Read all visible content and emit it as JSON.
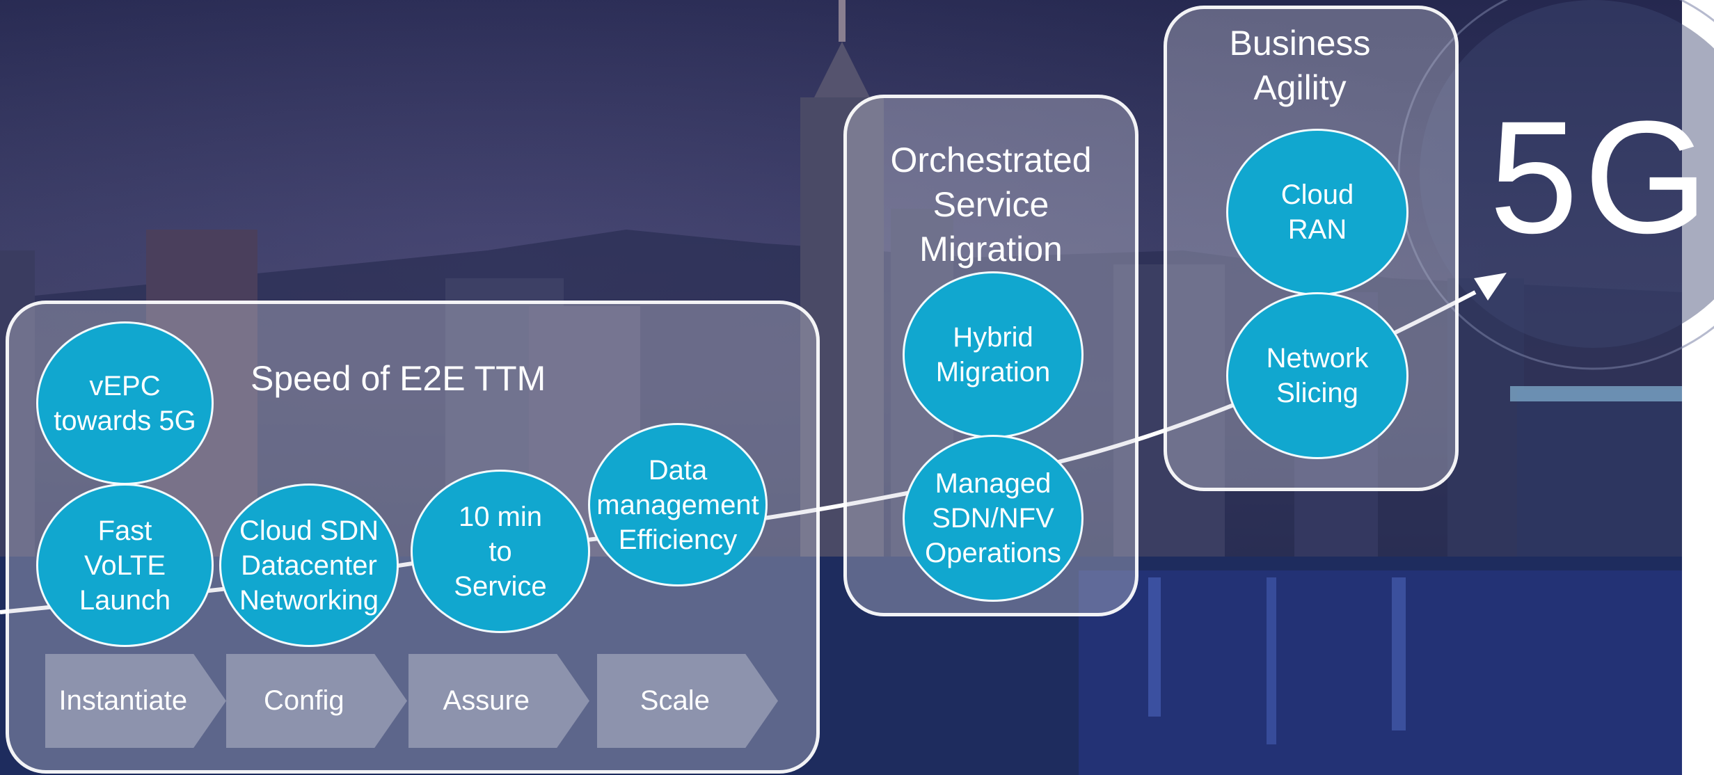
{
  "diagram": {
    "speed_panel": {
      "title": "Speed of E2E TTM",
      "circles": {
        "vepc": "vEPC\ntowards  5G",
        "volte": "Fast\nVoLTE\nLaunch",
        "cloud_sdn": "Cloud SDN\nDatacenter\nNetworking",
        "ten_min": "10 min\nto\nService",
        "data_mgmt": "Data\nmanagement\nEfficiency"
      },
      "steps": [
        "Instantiate",
        "Config",
        "Assure",
        "Scale"
      ]
    },
    "orchestrated_panel": {
      "title": "Orchestrated\nService\nMigration",
      "circles": {
        "hybrid": "Hybrid\nMigration",
        "managed": "Managed\nSDN/NFV\nOperations"
      }
    },
    "agility_panel": {
      "title": "Business\nAgility",
      "circles": {
        "cloud_ran": "Cloud\nRAN",
        "slicing": "Network\nSlicing"
      }
    },
    "goal_label": "5G"
  },
  "colors": {
    "circle_fill": "#11a7cf",
    "panel_border": "#ffffff",
    "text": "#ffffff"
  }
}
